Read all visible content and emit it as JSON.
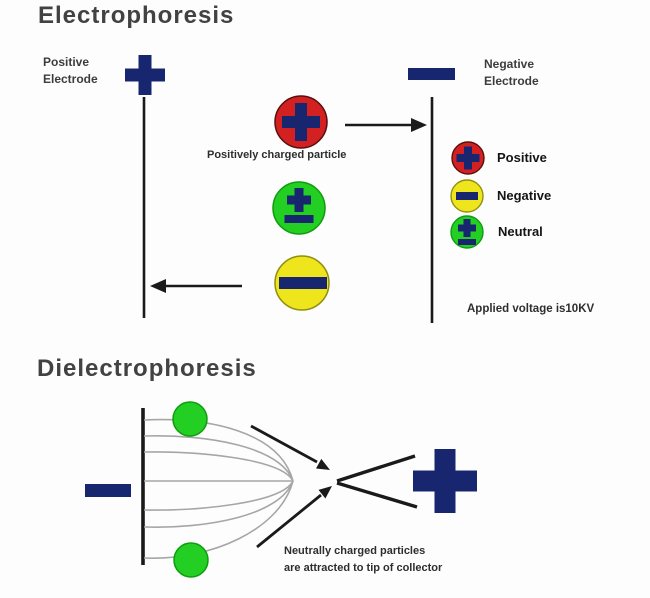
{
  "background": "#fdfdfd",
  "colors": {
    "navy": "#17266f",
    "red": "#d32020",
    "green": "#22cf22",
    "yellow": "#efe51c",
    "line_black": "#1a1a1a",
    "field_line_gray": "#a6a6a6"
  },
  "electrophoresis": {
    "title": "Electrophoresis",
    "positive_electrode": {
      "line1": "Positive",
      "line2": "Electrode"
    },
    "negative_electrode": {
      "line1": "Negative",
      "line2": "Electrode"
    },
    "particle_caption": "Positively charged particle",
    "applied_voltage_note": "Applied voltage is10KV",
    "legend": [
      {
        "label": "Positive",
        "symbol": "plus-in-red-circle"
      },
      {
        "label": "Negative",
        "symbol": "minus-in-yellow-circle"
      },
      {
        "label": "Neutral",
        "symbol": "plus-minus-in-green-circle"
      }
    ]
  },
  "dielectrophoresis": {
    "title": "Dielectrophoresis",
    "caption": {
      "line1": "Neutrally charged particles",
      "line2": "are attracted to tip of collector"
    }
  }
}
